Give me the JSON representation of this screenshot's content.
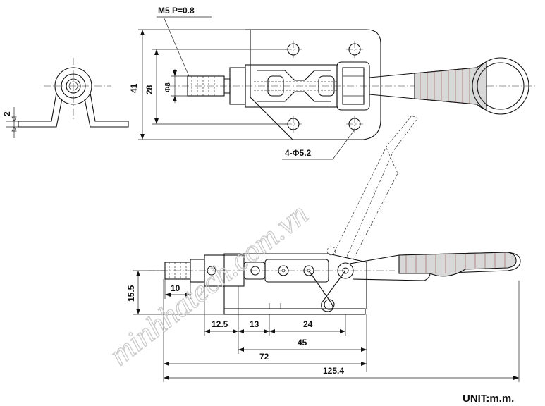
{
  "top_view": {
    "thread_label": "M5 P=0.8",
    "dim_height_overall": "41",
    "dim_height_holes": "28",
    "dim_plunger_dia": "Φ8",
    "dim_mount_holes": "4-Φ5.2"
  },
  "end_view": {
    "dim_thickness": "2"
  },
  "side_view": {
    "dim_plunger_height": "15.5",
    "dim_thread_len": "10",
    "dim_a": "12.5",
    "dim_b": "13",
    "dim_c": "24",
    "dim_d": "45",
    "dim_e": "72",
    "dim_overall": "125.4"
  },
  "unit_label": "UNIT:m.m.",
  "watermark": "minhhatech.com.vn"
}
